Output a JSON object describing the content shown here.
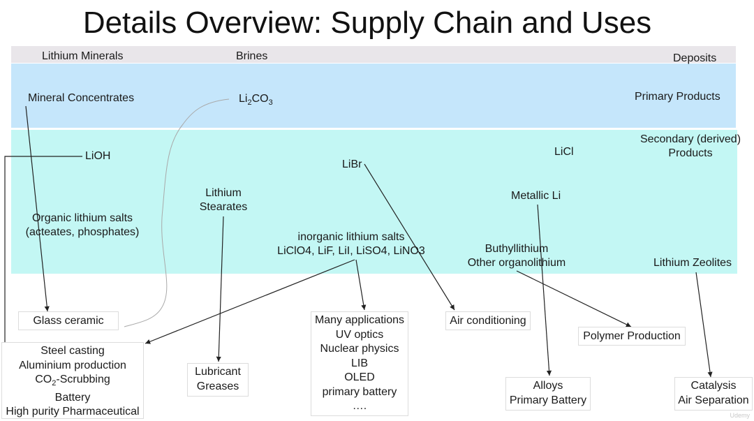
{
  "title": "Details Overview: Supply Chain and Uses",
  "header_row": {
    "lithium_minerals": "Lithium Minerals",
    "brines": "Brines",
    "deposits": "Deposits"
  },
  "primary_row": {
    "mineral_concentrates": "Mineral Concentrates",
    "li2co3_base": "Li",
    "li2co3_sub1": "2",
    "li2co3_mid": "CO",
    "li2co3_sub2": "3",
    "primary_products": "Primary Products"
  },
  "secondary_row": {
    "lioh": "LiOH",
    "libr": "LiBr",
    "licl": "LiCl",
    "secondary_products": [
      "Secondary (derived)",
      "Products"
    ],
    "lithium_stearates": [
      "Lithium",
      "Stearates"
    ],
    "metallic_li": "Metallic Li",
    "organic_salts": [
      "Organic lithium salts",
      "(acteates, phosphates)"
    ],
    "inorganic_salts": [
      "inorganic lithium salts",
      "LiClO4, LiF, LiI, LiSO4, LiNO3"
    ],
    "butyllithium": [
      "Buthyllithium",
      "Other organolithium"
    ],
    "lithium_zeolites": "Lithium Zeolites"
  },
  "uses": {
    "glass_ceramic": "Glass ceramic",
    "steel_casting": [
      "Steel casting",
      "Aluminium production",
      "Battery",
      "High purity Pharmaceutical"
    ],
    "co2_scrubbing": {
      "pre": "CO",
      "sub": "2",
      "post": "-Scrubbing"
    },
    "lubricant": [
      "Lubricant",
      "Greases"
    ],
    "many_applications": [
      "Many applications",
      "UV optics",
      "Nuclear physics",
      "LIB",
      "OLED",
      "primary battery",
      "…."
    ],
    "air_conditioning": "Air conditioning",
    "polymer_production": "Polymer Production",
    "alloys": [
      "Alloys",
      "Primary Battery"
    ],
    "catalysis": [
      "Catalysis",
      "Air Separation"
    ]
  },
  "watermark": "Udemy",
  "colors": {
    "header_band": "#e9e6ea",
    "primary_band": "#c5e6fb",
    "secondary_band": "#c3f7f4",
    "line": "#222222"
  }
}
